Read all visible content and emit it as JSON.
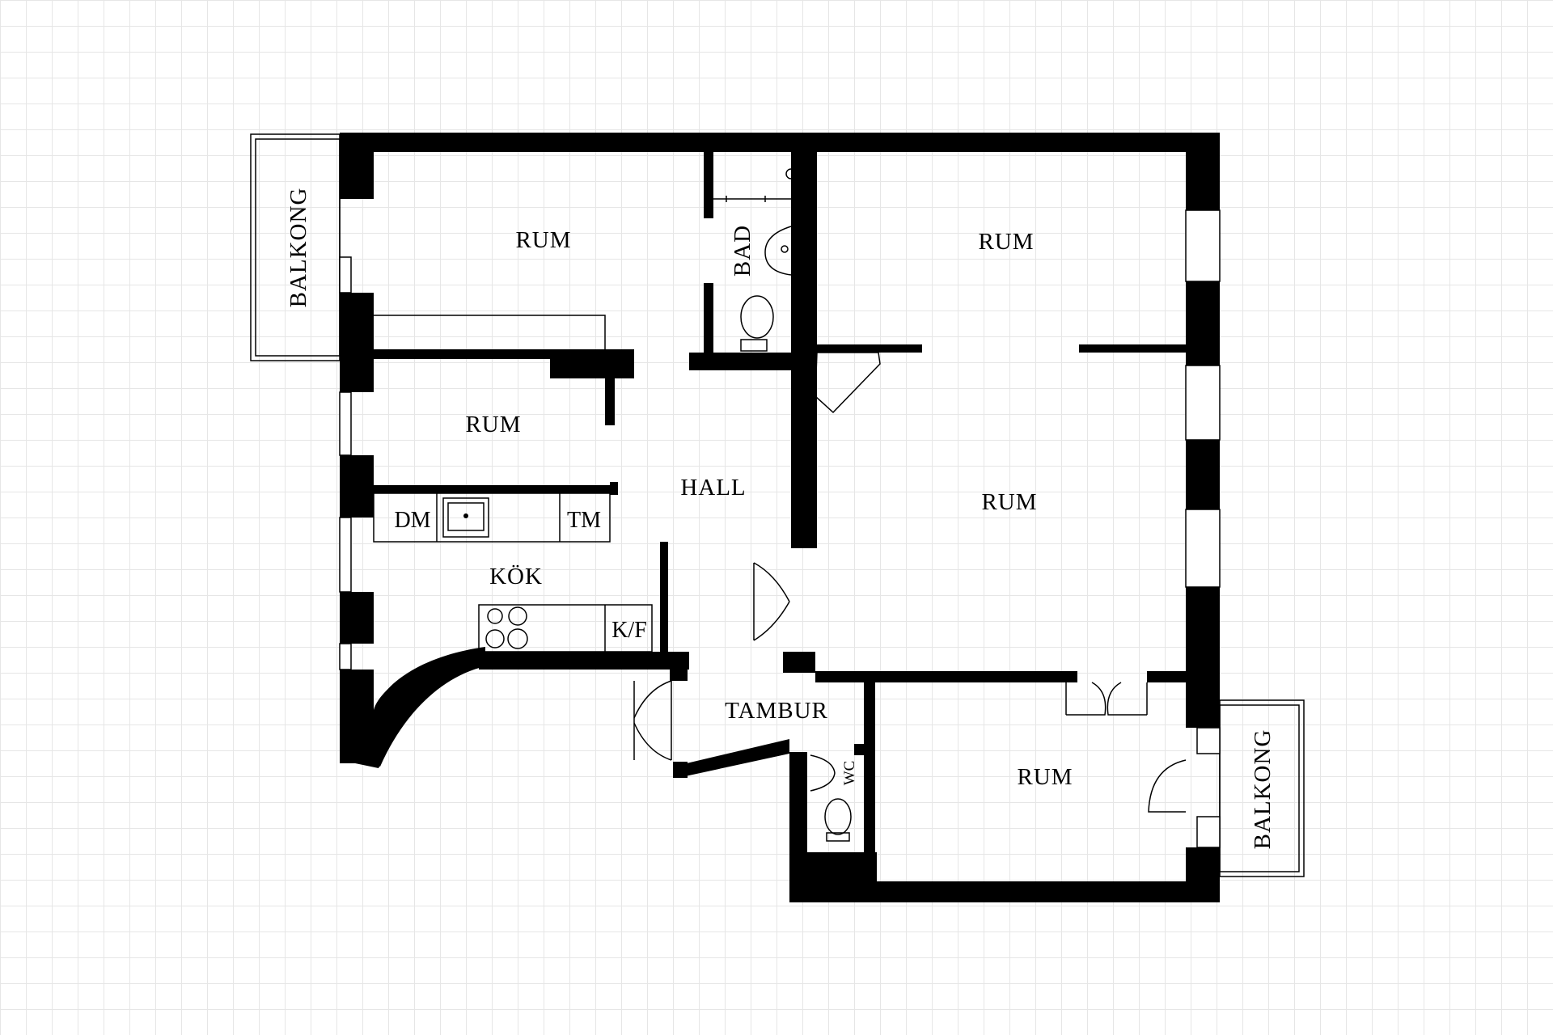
{
  "labels": {
    "rum_top_left": "RUM",
    "rum_top_right": "RUM",
    "rum_middle_left": "RUM",
    "rum_large_right": "RUM",
    "rum_bottom_right": "RUM",
    "bad": "BAD",
    "hall": "HALL",
    "kok": "KÖK",
    "tambur": "TAMBUR",
    "wc": "WC",
    "dm": "DM",
    "tm": "TM",
    "kf": "K/F",
    "balkong_left": "BALKONG",
    "balkong_right": "BALKONG"
  }
}
